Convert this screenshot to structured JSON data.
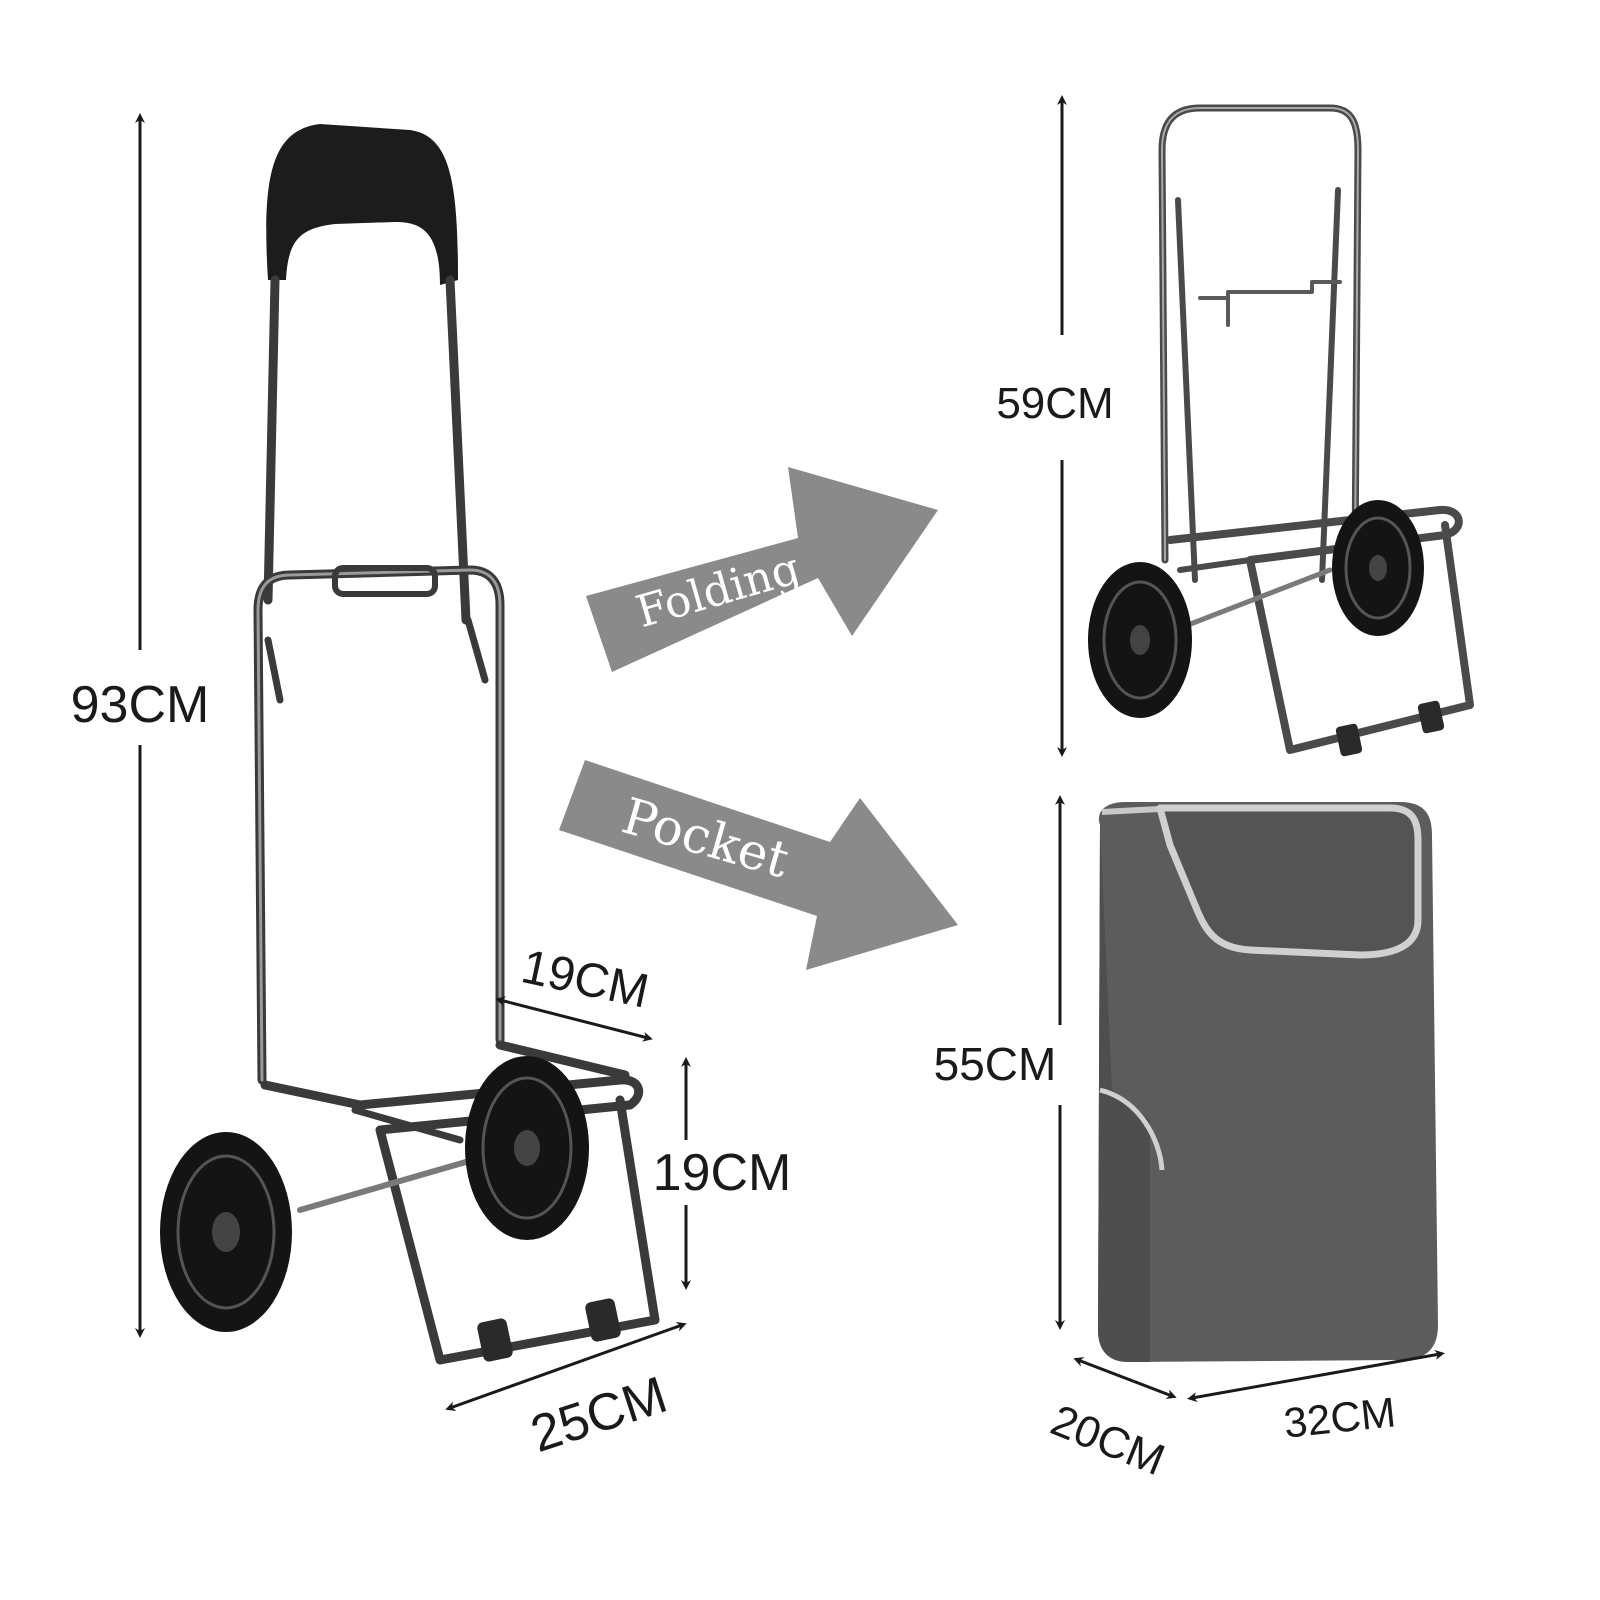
{
  "labels": {
    "trolley_height": "93CM",
    "basket_depth": "19CM",
    "basket_height": "19CM",
    "base_width": "25CM",
    "folded_height": "59CM",
    "bag_height": "55CM",
    "bag_depth": "20CM",
    "bag_width": "32CM"
  },
  "arrows": {
    "folding": "Folding",
    "pocket": "Pocket"
  },
  "colors": {
    "background": "#ffffff",
    "frame": "#3a3a3a",
    "frame_highlight": "#9a9a9a",
    "wheel": "#141414",
    "arrow_fill": "#8a8a8a",
    "bag": "#5c5c5c",
    "bag_trim": "#d0d0d0",
    "text": "#1a1a1a"
  },
  "icons": {
    "trolley": "shopping-trolley-icon",
    "folded_trolley": "folded-trolley-icon",
    "bag": "trolley-bag-icon"
  }
}
